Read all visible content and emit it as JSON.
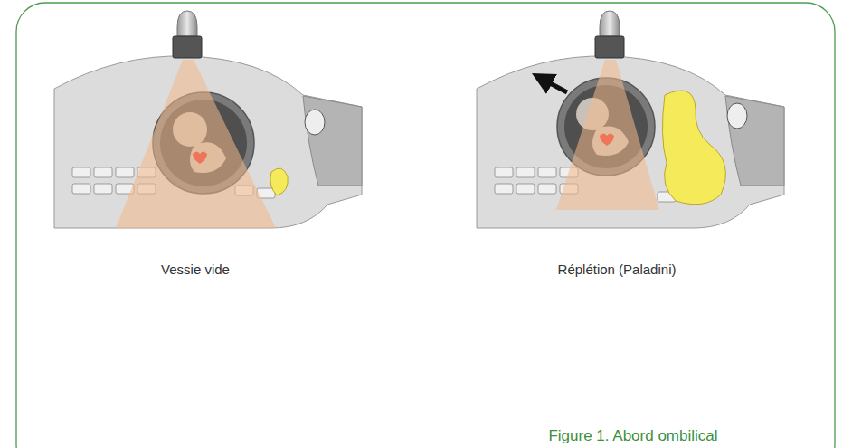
{
  "diagram": {
    "caption": "Figure 1. Abord ombilical",
    "labels": [
      "Vessie vide",
      "Réplétion (Paladini)"
    ]
  }
}
